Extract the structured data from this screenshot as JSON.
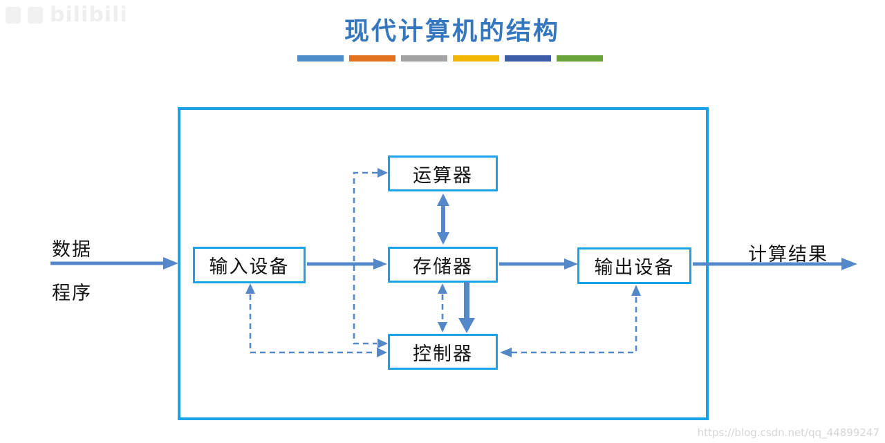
{
  "watermarks": {
    "bilibili": "bilibili",
    "csdn": "https://blog.csdn.net/qq_44899247"
  },
  "header": {
    "title": "现代计算机的结构",
    "divider_colors": [
      "#4E8FCB",
      "#E2711F",
      "#A3A3A3",
      "#F2B705",
      "#3D5DA9",
      "#68A33C"
    ]
  },
  "outside": {
    "input_top_label": "数据",
    "input_bottom_label": "程序",
    "output_label": "计算结果"
  },
  "diagram": {
    "nodes": {
      "alu": "运算器",
      "input": "输入设备",
      "memory": "存储器",
      "output": "输出设备",
      "control": "控制器"
    },
    "colors": {
      "box_border": "#18A2E8",
      "arrow": "#5588C8",
      "title_blue": "#3577BE"
    }
  }
}
